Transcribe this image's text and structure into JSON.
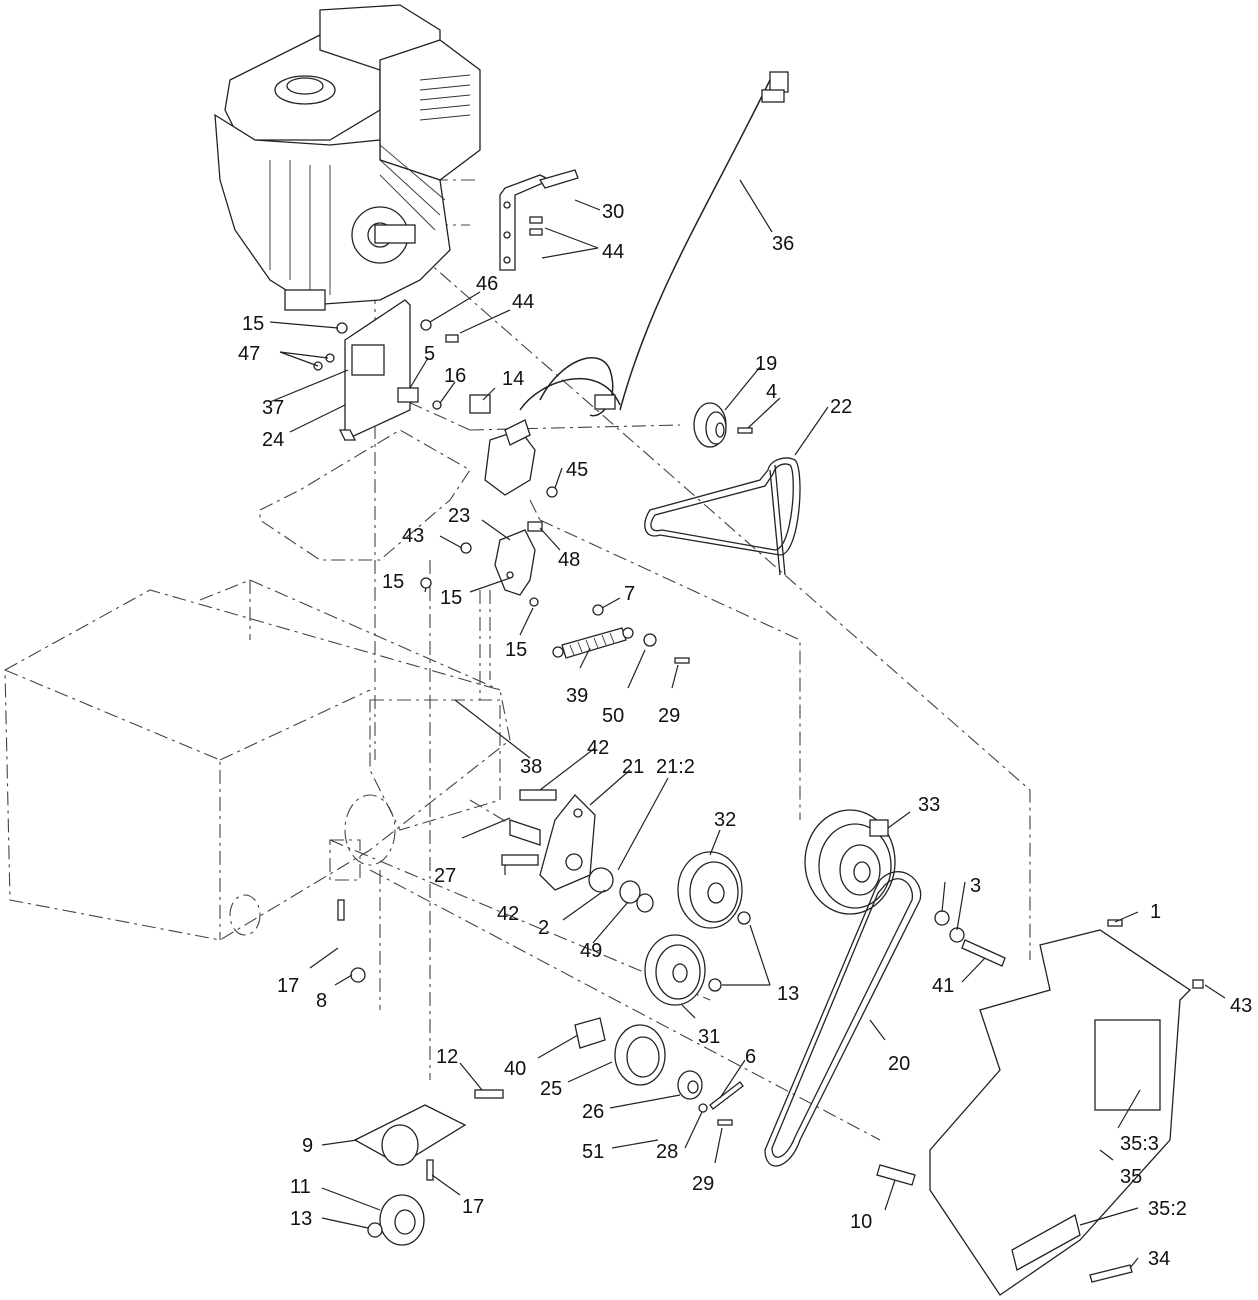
{
  "callouts": [
    {
      "label": "1"
    },
    {
      "label": "2"
    },
    {
      "label": "3"
    },
    {
      "label": "4"
    },
    {
      "label": "5"
    },
    {
      "label": "6"
    },
    {
      "label": "7"
    },
    {
      "label": "8"
    },
    {
      "label": "9"
    },
    {
      "label": "10"
    },
    {
      "label": "11"
    },
    {
      "label": "12"
    },
    {
      "label": "13"
    },
    {
      "label": "13"
    },
    {
      "label": "14"
    },
    {
      "label": "15"
    },
    {
      "label": "15"
    },
    {
      "label": "15"
    },
    {
      "label": "15"
    },
    {
      "label": "16"
    },
    {
      "label": "17"
    },
    {
      "label": "17"
    },
    {
      "label": "19"
    },
    {
      "label": "20"
    },
    {
      "label": "21"
    },
    {
      "label": "21:2"
    },
    {
      "label": "22"
    },
    {
      "label": "23"
    },
    {
      "label": "24"
    },
    {
      "label": "25"
    },
    {
      "label": "26"
    },
    {
      "label": "27"
    },
    {
      "label": "28"
    },
    {
      "label": "29"
    },
    {
      "label": "29"
    },
    {
      "label": "30"
    },
    {
      "label": "31"
    },
    {
      "label": "32"
    },
    {
      "label": "33"
    },
    {
      "label": "34"
    },
    {
      "label": "35"
    },
    {
      "label": "35:2"
    },
    {
      "label": "35:3"
    },
    {
      "label": "36"
    },
    {
      "label": "37"
    },
    {
      "label": "38"
    },
    {
      "label": "39"
    },
    {
      "label": "40"
    },
    {
      "label": "41"
    },
    {
      "label": "42"
    },
    {
      "label": "42"
    },
    {
      "label": "43"
    },
    {
      "label": "43"
    },
    {
      "label": "44"
    },
    {
      "label": "44"
    },
    {
      "label": "45"
    },
    {
      "label": "46"
    },
    {
      "label": "47"
    },
    {
      "label": "48"
    },
    {
      "label": "49"
    },
    {
      "label": "50"
    },
    {
      "label": "51"
    }
  ]
}
